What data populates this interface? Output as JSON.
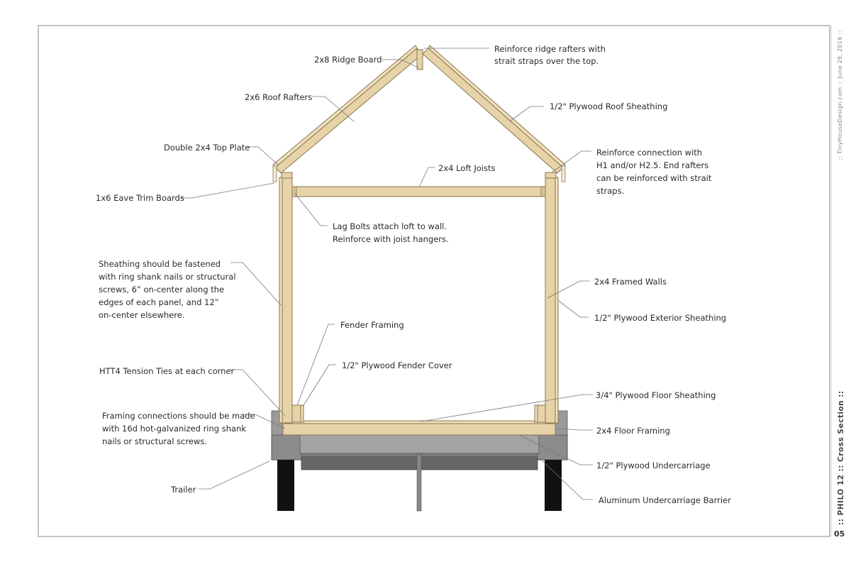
{
  "colors": {
    "wood": "#e6d3a8",
    "undercarriage": "#8c8c8c",
    "barrier": "#666666",
    "trailer": "#111111",
    "frame_border": "#888888"
  },
  "side_bar": {
    "meta": ":: TinyHouseDesign.com  ::  June 26, 2016  ::",
    "title": ":: PHILO 12 :: Cross Section ::",
    "page_number": "05"
  },
  "labels": {
    "ridge_board": "2x8 Ridge Board",
    "ridge_reinforce_1": "Reinforce ridge rafters with",
    "ridge_reinforce_2": "strait straps over the top.",
    "roof_rafters": "2x6 Roof Rafters",
    "roof_sheathing": "1/2\" Plywood Roof Sheathing",
    "top_plate": "Double 2x4 Top Plate",
    "connection_1": "Reinforce connection with",
    "connection_2": "H1 and/or H2.5. End rafters",
    "connection_3": "can be reinforced with strait",
    "connection_4": "straps.",
    "loft_joists": "2x4 Loft Joists",
    "eave_trim": "1x6 Eave Trim Boards",
    "lag_bolts_1": "Lag Bolts attach loft to wall.",
    "lag_bolts_2": "Reinforce with joist hangers.",
    "sheathing_1": "Sheathing should be fastened",
    "sheathing_2": "with ring shank nails or structural",
    "sheathing_3": "screws, 6” on-center along the",
    "sheathing_4": "edges of each panel, and 12”",
    "sheathing_5": "on-center elsewhere.",
    "framed_walls": "2x4 Framed Walls",
    "exterior_sheathing": "1/2\" Plywood Exterior Sheathing",
    "fender_framing": "Fender Framing",
    "fender_cover": "1/2\" Plywood Fender Cover",
    "tension_ties": "HTT4 Tension Ties at each corner",
    "floor_sheathing": "3/4\" Plywood Floor Sheathing",
    "framing_conn_1": "Framing connections should be made",
    "framing_conn_2": "with 16d hot-galvanized ring shank",
    "framing_conn_3": "nails or structural screws.",
    "floor_framing": "2x4 Floor Framing",
    "undercarriage": "1/2\" Plywood Undercarriage",
    "trailer": "Trailer",
    "barrier": "Aluminum Undercarriage Barrier"
  }
}
